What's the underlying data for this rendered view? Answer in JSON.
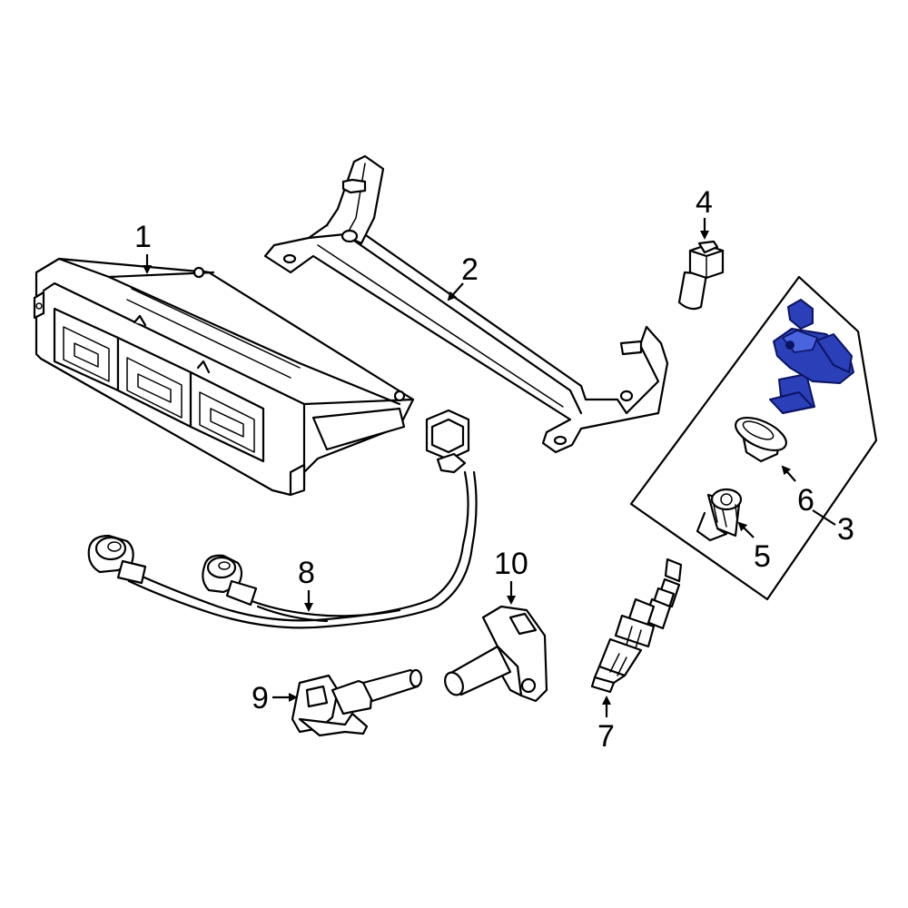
{
  "diagram": {
    "highlight_color": "#2a3fb8",
    "callouts": [
      {
        "id": "c1",
        "label": "1"
      },
      {
        "id": "c2",
        "label": "2"
      },
      {
        "id": "c3",
        "label": "3"
      },
      {
        "id": "c4",
        "label": "4"
      },
      {
        "id": "c5",
        "label": "5"
      },
      {
        "id": "c6",
        "label": "6"
      },
      {
        "id": "c7",
        "label": "7"
      },
      {
        "id": "c8",
        "label": "8"
      },
      {
        "id": "c9",
        "label": "9"
      },
      {
        "id": "c10",
        "label": "10"
      }
    ]
  }
}
